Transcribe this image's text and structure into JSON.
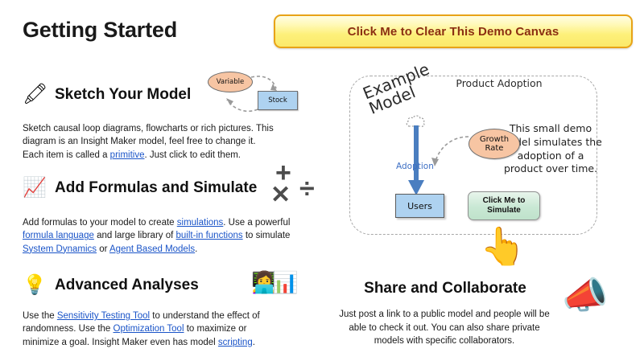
{
  "header": {
    "title": "Getting Started",
    "clear_button_label": "Click Me to Clear This Demo Canvas",
    "clear_button_border_color": "#e8a317",
    "clear_button_text_color": "#8b2f12"
  },
  "sections": {
    "sketch": {
      "icon": "writing-hand-icon",
      "icon_glyph": "🖍",
      "title": "Sketch Your Model",
      "text_parts": [
        {
          "t": "Sketch causal loop diagrams, flowcharts or rich pictures. This diagram is an Insight Maker model, feel free to change it. Each item is called a "
        },
        {
          "t": "primitive",
          "link": true
        },
        {
          "t": ". Just click to edit them."
        }
      ]
    },
    "formulas": {
      "icon": "line-chart-icon",
      "icon_glyph": "📈",
      "title": "Add Formulas and Simulate",
      "text_parts": [
        {
          "t": "Add formulas to your model to create "
        },
        {
          "t": "simulations",
          "link": true
        },
        {
          "t": ". Use a powerful "
        },
        {
          "t": "formula language",
          "link": true
        },
        {
          "t": " and large library of "
        },
        {
          "t": "built-in functions",
          "link": true
        },
        {
          "t": " to simulate "
        },
        {
          "t": "System Dynamics",
          "link": true
        },
        {
          "t": " or "
        },
        {
          "t": "Agent Based Models",
          "link": true
        },
        {
          "t": "."
        }
      ],
      "math_symbols": {
        "plus": "+",
        "times": "✕",
        "divide": "÷"
      }
    },
    "analyses": {
      "icon": "light-bulb-icon",
      "icon_glyph": "💡",
      "title": "Advanced Analyses",
      "side_icon": "woman-technologist-and-bar-chart-icon",
      "side_icon_glyph": "👩‍💻📊",
      "text_parts": [
        {
          "t": "Use the "
        },
        {
          "t": "Sensitivity Testing Tool",
          "link": true
        },
        {
          "t": " to understand the effect of randomness. Use the "
        },
        {
          "t": "Optimization Tool",
          "link": true
        },
        {
          "t": " to maximize or minimize a goal. Insight Maker even has model "
        },
        {
          "t": "scripting",
          "link": true
        },
        {
          "t": "."
        }
      ]
    },
    "share": {
      "title": "Share and Collaborate",
      "text": "Just post a link to a public model and people will be able to check it out. You can also share private models with specific collaborators.",
      "icon": "megaphone-icon",
      "icon_glyph": "📣"
    }
  },
  "mini_diagram": {
    "variable_label": "Variable",
    "stock_label": "Stock",
    "variable_fill": "#f7c5a3",
    "stock_fill": "#aed2f0"
  },
  "model_panel": {
    "title": "Product Adoption",
    "watermark": "Example Model",
    "note": "This small demo model simulates the adoption of a product over time.",
    "flow_label": "Adoption",
    "growth_rate_label": "Growth Rate",
    "stock_label": "Users",
    "simulate_button_label": "Click Me to Simulate",
    "pointing_hand_icon": "👆",
    "flow_color": "#4a7ec0",
    "stock_fill": "#aed2f0",
    "rate_fill": "#f7c5a3",
    "button_fill": "#c9e8d4"
  }
}
